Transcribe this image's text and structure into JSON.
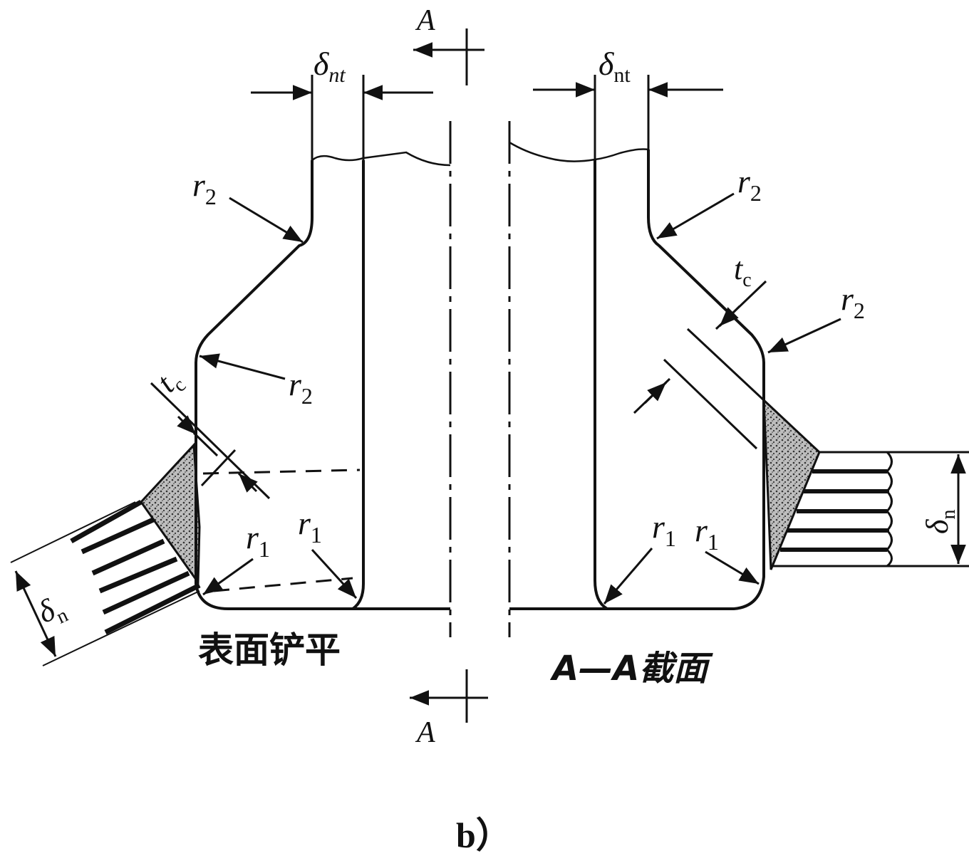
{
  "figure_label": "b）",
  "section_marks": {
    "top_letter": "A",
    "bottom_letter": "A"
  },
  "left_view": {
    "caption": "表面铲平",
    "delta_nt": {
      "main": "δ",
      "sub": "nt"
    },
    "delta_n": {
      "main": "δ",
      "sub": "n"
    },
    "tc": {
      "main": "t",
      "sub": "c"
    },
    "r2_upper": {
      "main": "r",
      "sub": "2"
    },
    "r2_lower": {
      "main": "r",
      "sub": "2"
    },
    "r1_left": {
      "main": "r",
      "sub": "1"
    },
    "r1_right": {
      "main": "r",
      "sub": "1"
    }
  },
  "right_view": {
    "caption": "A—A截面",
    "delta_nt": {
      "main": "δ",
      "sub": "nt"
    },
    "delta_n": {
      "main": "δ",
      "sub": "n"
    },
    "tc": {
      "main": "t",
      "sub": "c"
    },
    "r2_upper": {
      "main": "r",
      "sub": "2"
    },
    "r2_lower": {
      "main": "r",
      "sub": "2"
    },
    "r1_left": {
      "main": "r",
      "sub": "1"
    },
    "r1_right": {
      "main": "r",
      "sub": "1"
    }
  },
  "colors": {
    "ink": "#111111",
    "weld_fill": "#8a8a8a",
    "background": "#ffffff"
  }
}
